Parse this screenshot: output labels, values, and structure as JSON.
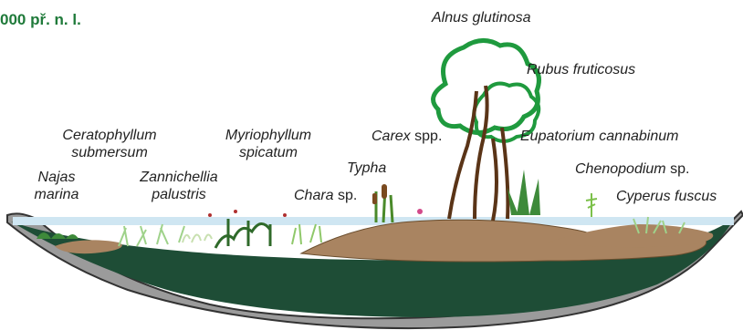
{
  "title": "000 př. n. l.",
  "labels": {
    "alnus": "Alnus glutinosa",
    "rubus": "Rubus fruticosus",
    "ceratophyllum_1": "Ceratophyllum",
    "ceratophyllum_2": "submersum",
    "myriophyllum_1": "Myriophyllum",
    "myriophyllum_2": "spicatum",
    "carex": "Carex",
    "carex_suffix": "spp.",
    "eupatorium": "Eupatorium cannabinum",
    "najas_1": "Najas",
    "najas_2": "marina",
    "zannichellia_1": "Zannichellia",
    "zannichellia_2": "palustris",
    "typha": "Typha",
    "chara": "Chara",
    "chara_suffix": "sp.",
    "chenopodium": "Chenopodium",
    "chenopodium_suffix": "sp.",
    "cyperus": "Cyperus fuscus"
  },
  "colors": {
    "title": "#1f7a3a",
    "water_dark": "#1e4d36",
    "sediment_gray": "#9b9b9b",
    "mud": "#a98461",
    "surface_water": "#cfe6f2",
    "tree_green": "#1f9a3e",
    "trunk": "#5a3417",
    "plant_green": "#7cc04a"
  }
}
